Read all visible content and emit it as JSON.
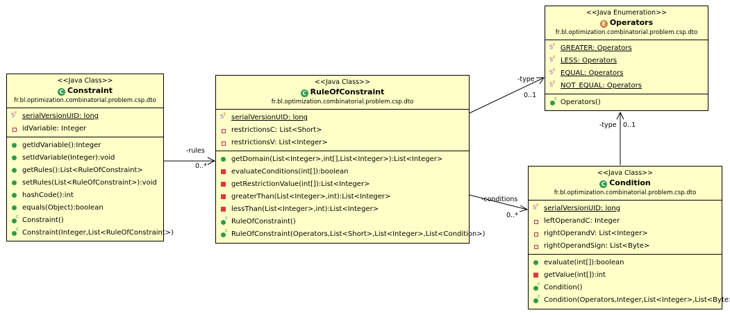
{
  "classes": {
    "constraint": {
      "stereotype": "<<Java Class>>",
      "name": "Constraint",
      "package": "fr.bl.optimization.combinatorial.problem.csp.dto",
      "attributes": [
        "serialVersionUID: long",
        "idVariable: Integer"
      ],
      "methods": [
        "getIdVariable():Integer",
        "setIdVariable(Integer):void",
        "getRules():List<RuleOfConstraint>",
        "setRules(List<RuleOfConstraint>):void",
        "hashCode():int",
        "equals(Object):boolean",
        "Constraint()",
        "Constraint(Integer,List<RuleOfConstraint>)"
      ]
    },
    "rule": {
      "stereotype": "<<Java Class>>",
      "name": "RuleOfConstraint",
      "package": "fr.bl.optimization.combinatorial.problem.csp.dto",
      "attributes": [
        "serialVersionUID: long",
        "restrictionsC: List<Short>",
        "restrictionsV: List<Integer>"
      ],
      "methods": [
        "getDomain(List<Integer>,int[],List<Integer>):List<Integer>",
        "evaluateConditions(int[]):boolean",
        "getRestrictionValue(int[]):List<Integer>",
        "greaterThan(List<Integer>,int):List<Integer>",
        "lessThan(List<Integer>,int):List<Integer>",
        "RuleOfConstraint()",
        "RuleOfConstraint(Operators,List<Short>,List<Integer>,List<Condition>)"
      ]
    },
    "operators": {
      "stereotype": "<<Java Enumeration>>",
      "name": "Operators",
      "package": "fr.bl.optimization.combinatorial.problem.csp.dto",
      "attributes": [
        "GREATER: Operators",
        "LESS: Operators",
        "EQUAL: Operators",
        "NOT_EQUAL: Operators"
      ],
      "methods": [
        "Operators()"
      ]
    },
    "condition": {
      "stereotype": "<<Java Class>>",
      "name": "Condition",
      "package": "fr.bl.optimization.combinatorial.problem.csp.dto",
      "attributes": [
        "serialVersionUID: long",
        "leftOperandC: Integer",
        "rightOperandV: List<Integer>",
        "rightOperandSign: List<Byte>"
      ],
      "methods": [
        "evaluate(int[]):boolean",
        "getValue(int[]):int",
        "Condition()",
        "Condition(Operators,Integer,List<Integer>,List<Byte>)"
      ]
    }
  },
  "associations": {
    "rules": {
      "role": "-rules",
      "mult": "0..*"
    },
    "type1": {
      "role": "-type",
      "mult": "0..1"
    },
    "type2": {
      "role": "-type",
      "mult": "0..1"
    },
    "conditions": {
      "role": "-conditions",
      "mult": "0..*"
    }
  }
}
